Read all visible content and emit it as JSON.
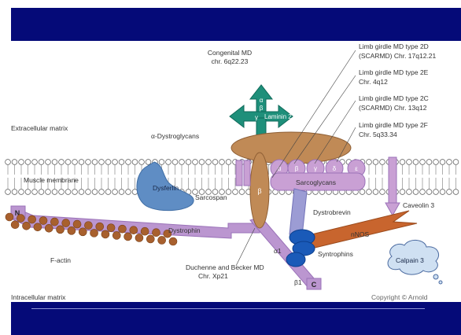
{
  "labels": {
    "congenital_md": [
      "Congenital MD",
      "chr. 6q22.23"
    ],
    "lgmd_2d": [
      "Limb girdle MD type 2D",
      "(SCARMD) Chr. 17q12.21"
    ],
    "lgmd_2e": [
      "Limb girdle MD type 2E",
      "Chr. 4q12"
    ],
    "lgmd_2c": [
      "Limb girdle MD type 2C",
      "(SCARMD) Chr. 13q12"
    ],
    "lgmd_2f": [
      "Limb girdle MD type 2F",
      "Chr. 5q33.34"
    ],
    "extracellular_matrix": "Extracellular matrix",
    "intracellular_matrix": "Intracellular matrix",
    "alpha_dystroglycans": "α-Dystroglycans",
    "muscle_membrane": "Muscle membrane",
    "dysferlin": "Dysferlin",
    "sarcospan": "Sarcospan",
    "sarcoglycans": "Sarcoglycans",
    "caveolin_3": "Caveolin 3",
    "dystrobrevin": "Dystrobrevin",
    "nnos": "nNOS",
    "dystrophin": "Dystrophin",
    "f_actin": "F-actin",
    "syntrophins": "Syntrophins",
    "alpha1": "α1",
    "beta1": "β1",
    "calpain_3": "Calpain 3",
    "duchenne_becker": [
      "Duchenne and Becker MD",
      "Chr. Xp21"
    ],
    "copyright": "Copyright © Arnold",
    "laminin_2": "Laminin 2",
    "n_terminal": "N",
    "c_terminal": "C",
    "beta_dystroglycan": "β",
    "laminin_alpha": "α",
    "laminin_beta": "β",
    "laminin_gamma": "γ",
    "sarcoglycan_subunits": [
      "α",
      "β",
      "γ",
      "δ",
      "ε"
    ]
  },
  "colors": {
    "header_band": "#050a78",
    "laminin": "#1e8f7a",
    "dystroglycan": "#c08a56",
    "sarcoglycan": "#c9a0d4",
    "dystrophin": "#bb96d0",
    "actin": "#a8602e",
    "dysferlin": "#5f8dc4",
    "syntrophin": "#1a5ab8",
    "nnos": "#c8652e",
    "calpain": "#cfe0f2"
  },
  "icons": {
    "laminin": "cross-arrow-icon",
    "calpain": "cloud-icon"
  }
}
